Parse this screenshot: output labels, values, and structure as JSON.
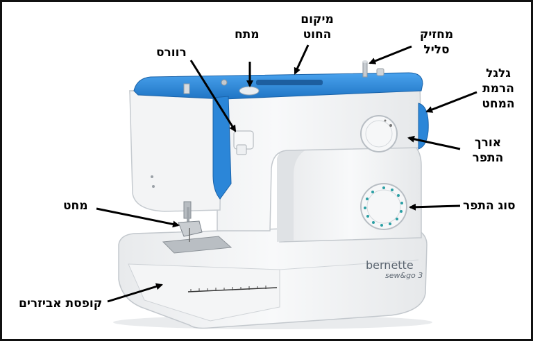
{
  "diagram": {
    "labels": {
      "reverse": "רוורס",
      "tension": "מתח",
      "thread_location": "מיקום\nהחוט",
      "spool_holder": "מחזיק\nסליל",
      "handwheel": "גלגל\nהרמת\nהמחט",
      "stitch_length": "אורך\nהתפר",
      "stitch_type": "סוג התפר",
      "needle": "מחט",
      "accessory_box": "קופסת אביזרים"
    },
    "brand": {
      "name": "bernette",
      "model": "sew&go 3"
    }
  },
  "colors": {
    "accent_blue": "#2b86d8",
    "body_white": "#f2f3f4",
    "outline": "#c9cdd1",
    "border": "#111111"
  }
}
